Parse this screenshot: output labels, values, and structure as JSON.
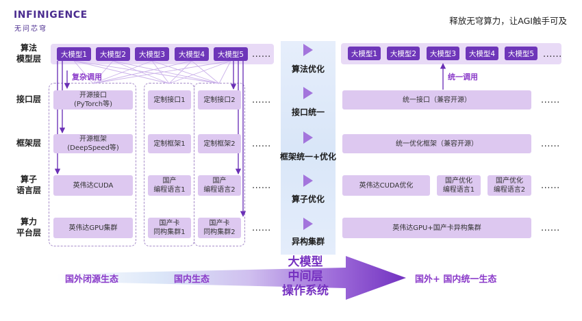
{
  "header": {
    "logo_text": "INFINIGENCE",
    "logo_sub": "无问芯穹",
    "slogan": "释放无穹算力，让AGI触手可及"
  },
  "layers": [
    "算法\n模型层",
    "接口层",
    "框架层",
    "算子\n语言层",
    "算力\n平台层"
  ],
  "left": {
    "models": [
      "大模型1",
      "大模型2",
      "大模型3",
      "大模型4",
      "大模型5"
    ],
    "more": "......",
    "call_label": "复杂调用",
    "interface": [
      "开源接口\n(PyTorch等)",
      "定制接口1",
      "定制接口2"
    ],
    "framework": [
      "开源框架\n(DeepSpeed等)",
      "定制框架1",
      "定制框架2"
    ],
    "operator": [
      "英伟达CUDA",
      "国产\n编程语言1",
      "国产\n编程语言2"
    ],
    "platform": [
      "英伟达GPU集群",
      "国产卡\n同构集群1",
      "国产卡\n同构集群2"
    ]
  },
  "middle": {
    "steps": [
      "算法优化",
      "接口统一",
      "框架统一+优化",
      "算子优化",
      "异构集群"
    ]
  },
  "right": {
    "models": [
      "大模型1",
      "大模型2",
      "大模型3",
      "大模型4",
      "大模型5"
    ],
    "more": "......",
    "call_label": "统一调用",
    "interface": "统一接口（兼容开源）",
    "framework": "统一优化框架（兼容开源）",
    "operator": [
      "英伟达CUDA优化",
      "国产优化\n编程语言1",
      "国产优化\n编程语言2"
    ],
    "platform": "英伟达GPU+国产卡异构集群"
  },
  "bottom": {
    "left_label": "国外闭源生态",
    "mid_label": "国内生态",
    "center_label": "大模型\n中间层\n操作系统",
    "right_label": "国外+ 国内统一生态"
  },
  "colors": {
    "accent": "#6e36b9",
    "box_fill": "#ddc8f0",
    "band_fill": "#e8daf6",
    "label_purple": "#8a3ac9"
  }
}
